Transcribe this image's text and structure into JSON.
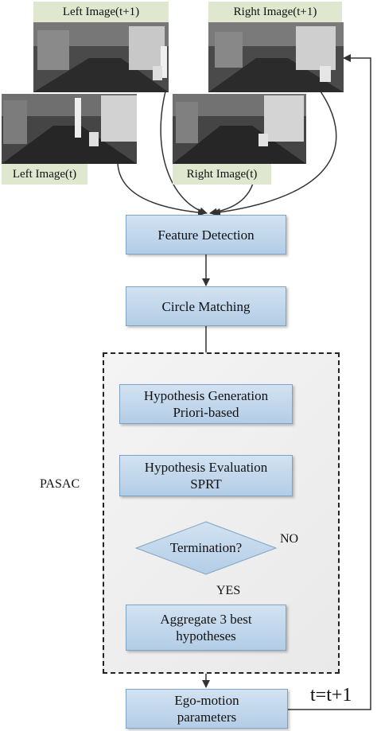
{
  "images": {
    "left_t1": "Left Image(t+1)",
    "right_t1": "Right Image(t+1)",
    "left_t": "Left Image(t)",
    "right_t": "Right Image(t)"
  },
  "steps": {
    "feature_detection": "Feature Detection",
    "circle_matching": "Circle Matching",
    "hyp_gen_line1": "Hypothesis Generation",
    "hyp_gen_line2": "Priori-based",
    "hyp_eval_line1": "Hypothesis Evaluation",
    "hyp_eval_line2": "SPRT",
    "termination": "Termination?",
    "aggregate_line1": "Aggregate 3 best",
    "aggregate_line2": "hypotheses",
    "ego_line1": "Ego-motion",
    "ego_line2": "parameters"
  },
  "labels": {
    "pasac": "PASAC",
    "no": "NO",
    "yes": "YES",
    "time_update": "t=t+1"
  },
  "colors": {
    "box_fill": "#c3d7ec",
    "box_border": "#7fa3c4",
    "label_fill": "#dfe8cf",
    "arrow": "#333333"
  }
}
